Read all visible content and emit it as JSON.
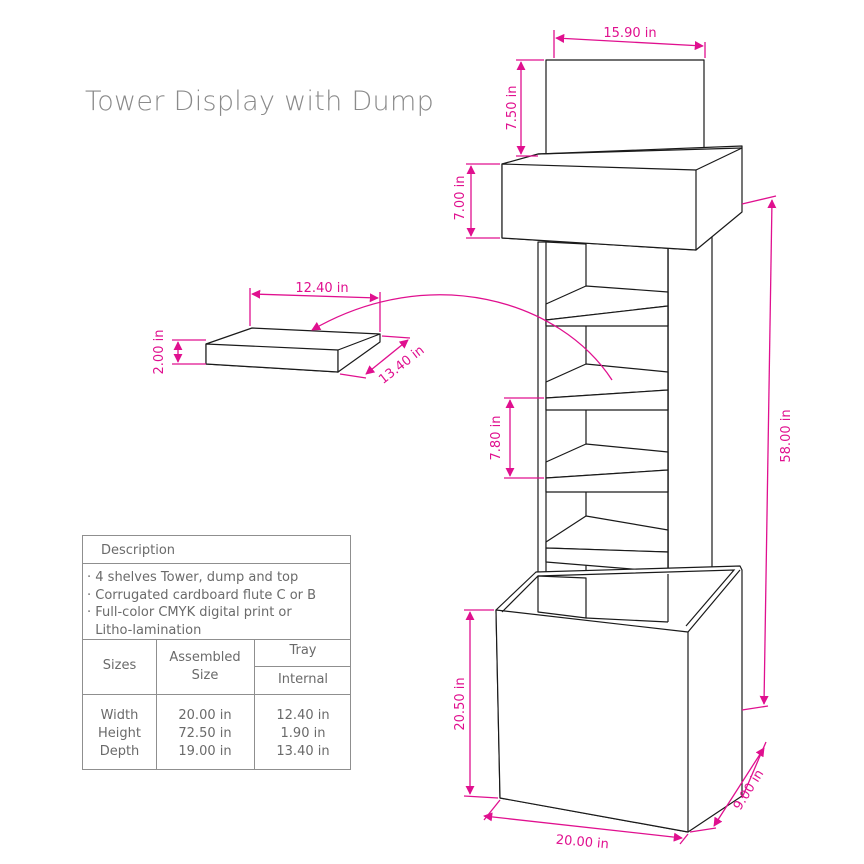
{
  "title": "Tower Display with Dump",
  "dimensions": {
    "header_width": "15.90 in",
    "header_height": "7.50 in",
    "top_box_height": "7.00 in",
    "total_height": "58.00 in",
    "shelf_spacing": "7.80 in",
    "tray_width": "12.40 in",
    "tray_height": "2.00 in",
    "tray_depth": "13.40 in",
    "dump_height": "20.50 in",
    "base_width": "20.00 in",
    "base_depth": "9.00 in"
  },
  "description": {
    "header": "Description",
    "bullets": [
      "· 4 shelves Tower, dump and top",
      "· Corrugated cardboard flute C or B",
      "· Full-color CMYK digital print or",
      "  Litho-lamination"
    ],
    "table": {
      "col_sizes": "Sizes",
      "col_assembled_1": "Assembled",
      "col_assembled_2": "Size",
      "col_tray": "Tray",
      "col_internal": "Internal",
      "rows": [
        {
          "label": "Width",
          "assembled": "20.00 in",
          "internal": "12.40 in"
        },
        {
          "label": "Height",
          "assembled": "72.50 in",
          "internal": "1.90 in"
        },
        {
          "label": "Depth",
          "assembled": "19.00 in",
          "internal": "13.40 in"
        }
      ]
    }
  },
  "colors": {
    "dimension": "#e0108f",
    "outline": "#1a1a1a",
    "text": "#8a8a8a"
  }
}
